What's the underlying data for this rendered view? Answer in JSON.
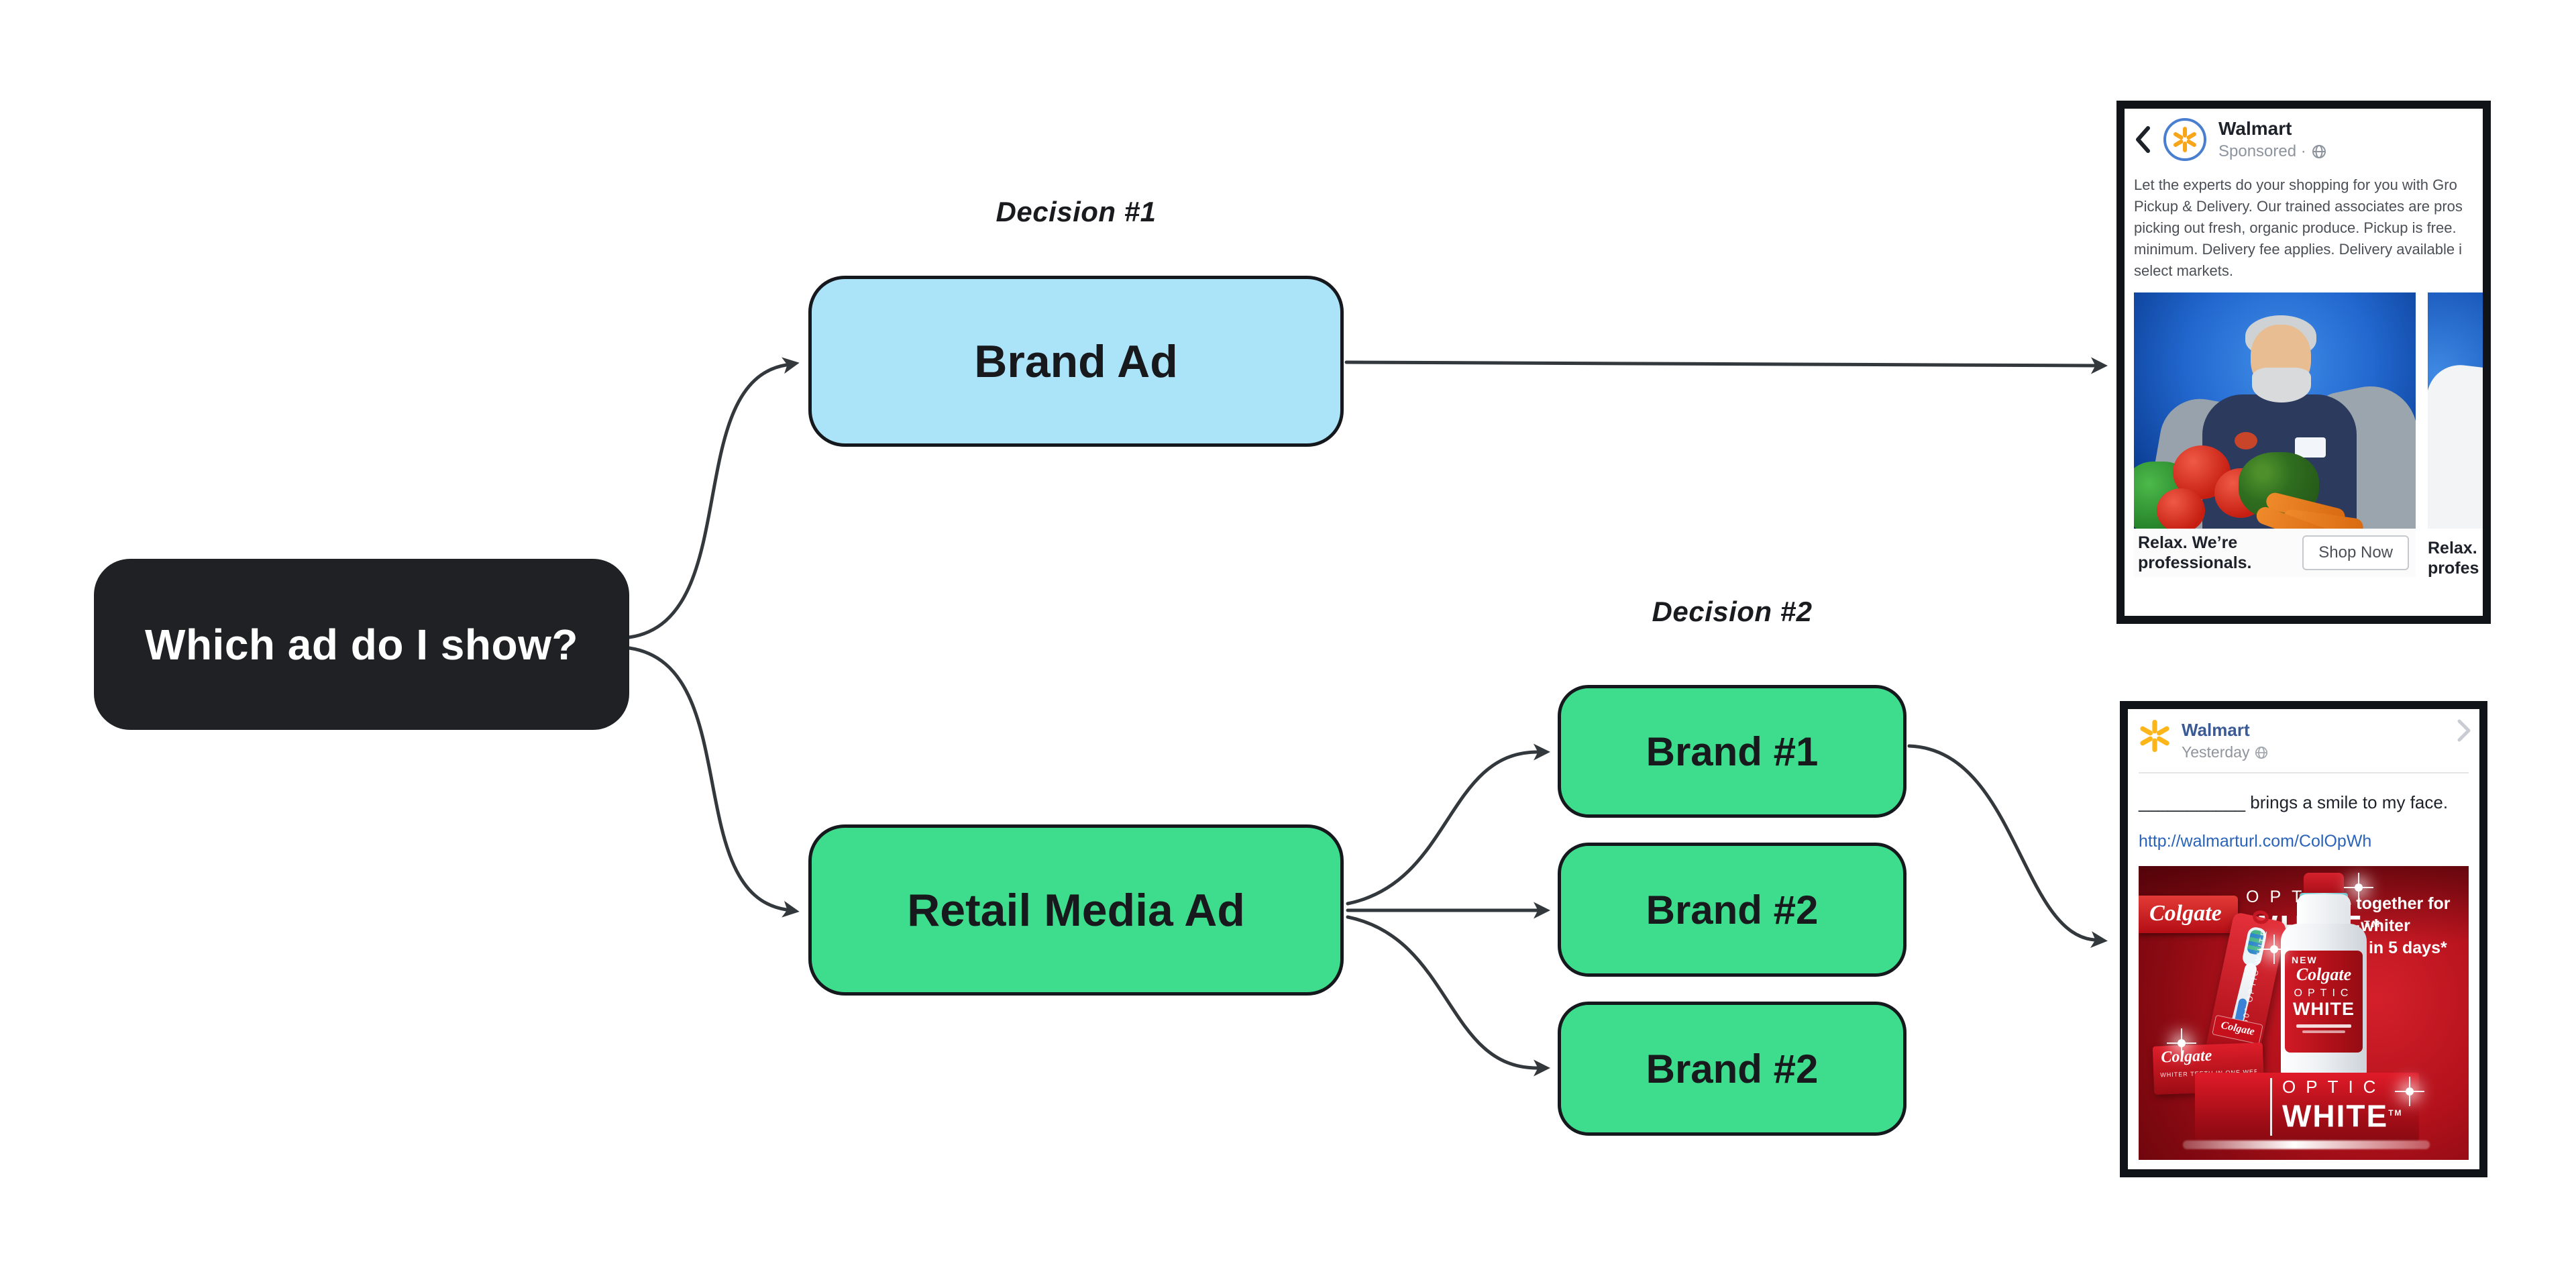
{
  "diagram": {
    "root_label": "Which ad do I show?",
    "decision1_label": "Decision #1",
    "decision2_label": "Decision #2",
    "brand_ad_label": "Brand Ad",
    "retail_media_label": "Retail Media Ad",
    "brand_options": [
      {
        "label": "Brand #1"
      },
      {
        "label": "Brand #2"
      },
      {
        "label": "Brand #2"
      }
    ],
    "colors": {
      "root_fill": "#1f2124",
      "brand_ad_fill": "#abe4f8",
      "retail_fill": "#3edd8d",
      "node_border": "#15181c",
      "arrow": "#33383d",
      "background": "#ffffff"
    }
  },
  "icons": {
    "back_chevron": "chevron-left",
    "globe": "globe",
    "walmart_logo": "walmart-spark-in-circle",
    "walmart_spark": "walmart-spark",
    "expand_chevron": "chevron-right",
    "sparkle": "four-point-star"
  },
  "brand_ad_example": {
    "advertiser": "Walmart",
    "meta": "Sponsored ·",
    "body": "Let the experts do your shopping for you with Gro\nPickup & Delivery. Our trained associates are pros\npicking out fresh, organic produce. Pickup is free.\nminimum. Delivery fee applies. Delivery available i\nselect markets.",
    "card_caption": "Relax. We’re\nprofessionals.",
    "cta_label": "Shop Now",
    "next_card_caption": "Relax.\nprofes"
  },
  "retail_ad_example": {
    "advertiser": "Walmart",
    "meta": "Yesterday",
    "post_text": "___________ brings a smile to my face.",
    "link": "http://walmarturl.com/ColOpWh",
    "creative": {
      "brand_logo": "Colgate",
      "product_top_line1": "OPTIC",
      "product_top_line2": "WHITE",
      "trademark": "TM",
      "claim": "Use together for whiter\nteeth in 5 days*",
      "new_badge": "NEW",
      "bottle_brand": "Colgate",
      "bottle_line1": "OPTIC",
      "bottle_line2": "WHITE",
      "brush_brand": "Colgate",
      "brush_vertical_label": "360° OPTIC WHITE",
      "paste_brand": "Colgate",
      "paste_claim": "WHITER TEETH IN ONE WEEK",
      "base_line1": "OPTIC",
      "base_line2": "WHITE"
    }
  }
}
